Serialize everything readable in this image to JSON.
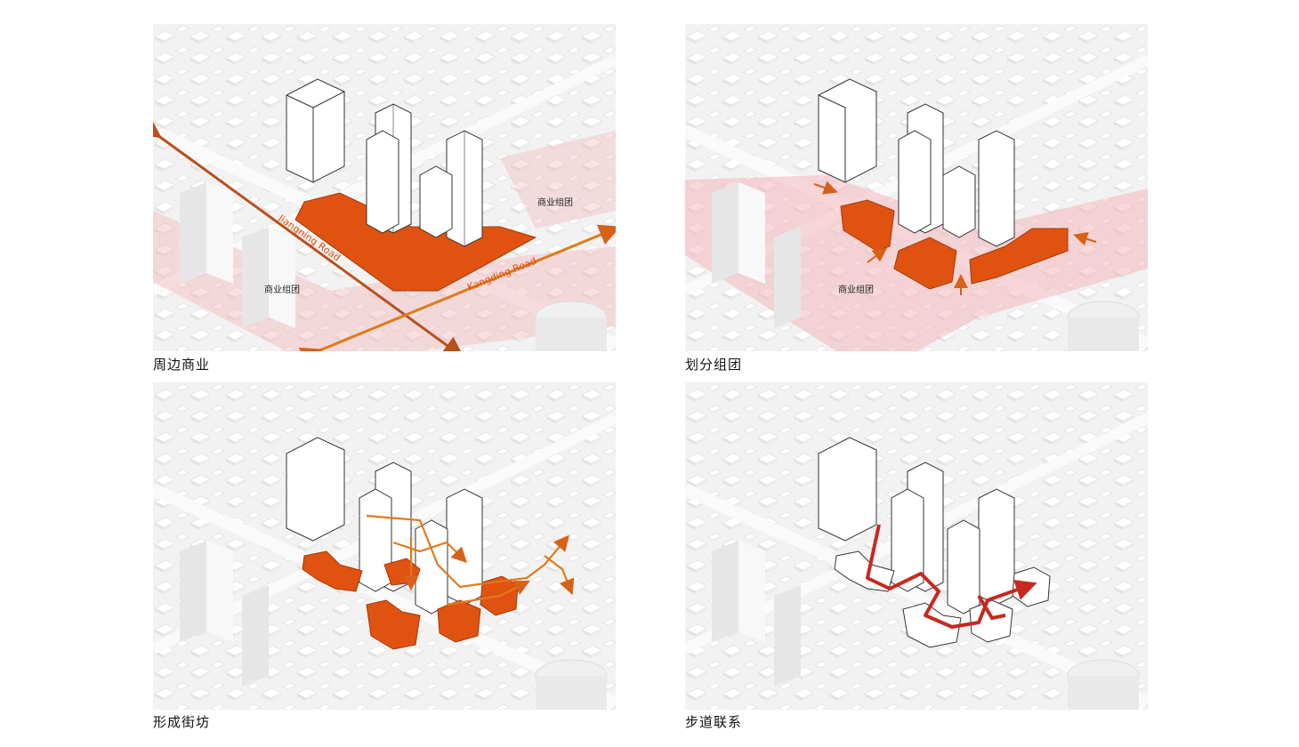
{
  "panels": [
    {
      "caption": "周边商业",
      "labels": {
        "commercial_right": "商业组团",
        "commercial_left": "商业组团",
        "road_1": "Jiangning Road",
        "road_2": "Kangding Road"
      }
    },
    {
      "caption": "划分组团",
      "labels": {
        "commercial_left": "商业组团"
      }
    },
    {
      "caption": "形成街坊"
    },
    {
      "caption": "步道联系"
    }
  ],
  "colors": {
    "accent": "#e0520f",
    "arrow": "#e07a18",
    "path": "#c8281e",
    "zone": "#f3b8bd",
    "building": "#ffffff",
    "ground": "#f4f4f4"
  },
  "icons": [
    "arrow-icon"
  ]
}
